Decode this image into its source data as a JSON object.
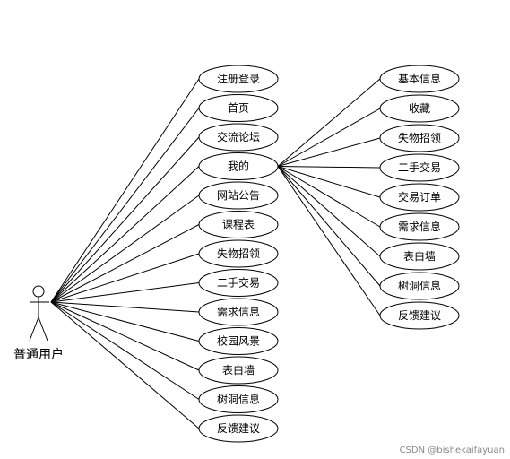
{
  "actor": {
    "label": "普通用户"
  },
  "primary_use_cases": [
    {
      "id": "register-login",
      "label": "注册登录"
    },
    {
      "id": "home",
      "label": "首页"
    },
    {
      "id": "forum",
      "label": "交流论坛"
    },
    {
      "id": "mine",
      "label": "我的"
    },
    {
      "id": "announcement",
      "label": "网站公告"
    },
    {
      "id": "timetable",
      "label": "课程表"
    },
    {
      "id": "lost-found",
      "label": "失物招领"
    },
    {
      "id": "second-hand",
      "label": "二手交易"
    },
    {
      "id": "demand",
      "label": "需求信息"
    },
    {
      "id": "campus-scenery",
      "label": "校园风景"
    },
    {
      "id": "confession-wall",
      "label": "表白墙"
    },
    {
      "id": "tree-hole",
      "label": "树洞信息"
    },
    {
      "id": "feedback",
      "label": "反馈建议"
    }
  ],
  "mine_use_cases": [
    {
      "id": "basic-info",
      "label": "基本信息"
    },
    {
      "id": "favorites",
      "label": "收藏"
    },
    {
      "id": "lost-found",
      "label": "失物招领"
    },
    {
      "id": "second-hand",
      "label": "二手交易"
    },
    {
      "id": "trade-orders",
      "label": "交易订单"
    },
    {
      "id": "demand",
      "label": "需求信息"
    },
    {
      "id": "confession-wall",
      "label": "表白墙"
    },
    {
      "id": "tree-hole",
      "label": "树洞信息"
    },
    {
      "id": "feedback",
      "label": "反馈建议"
    }
  ],
  "watermark": "CSDN @bishekaifayuan"
}
